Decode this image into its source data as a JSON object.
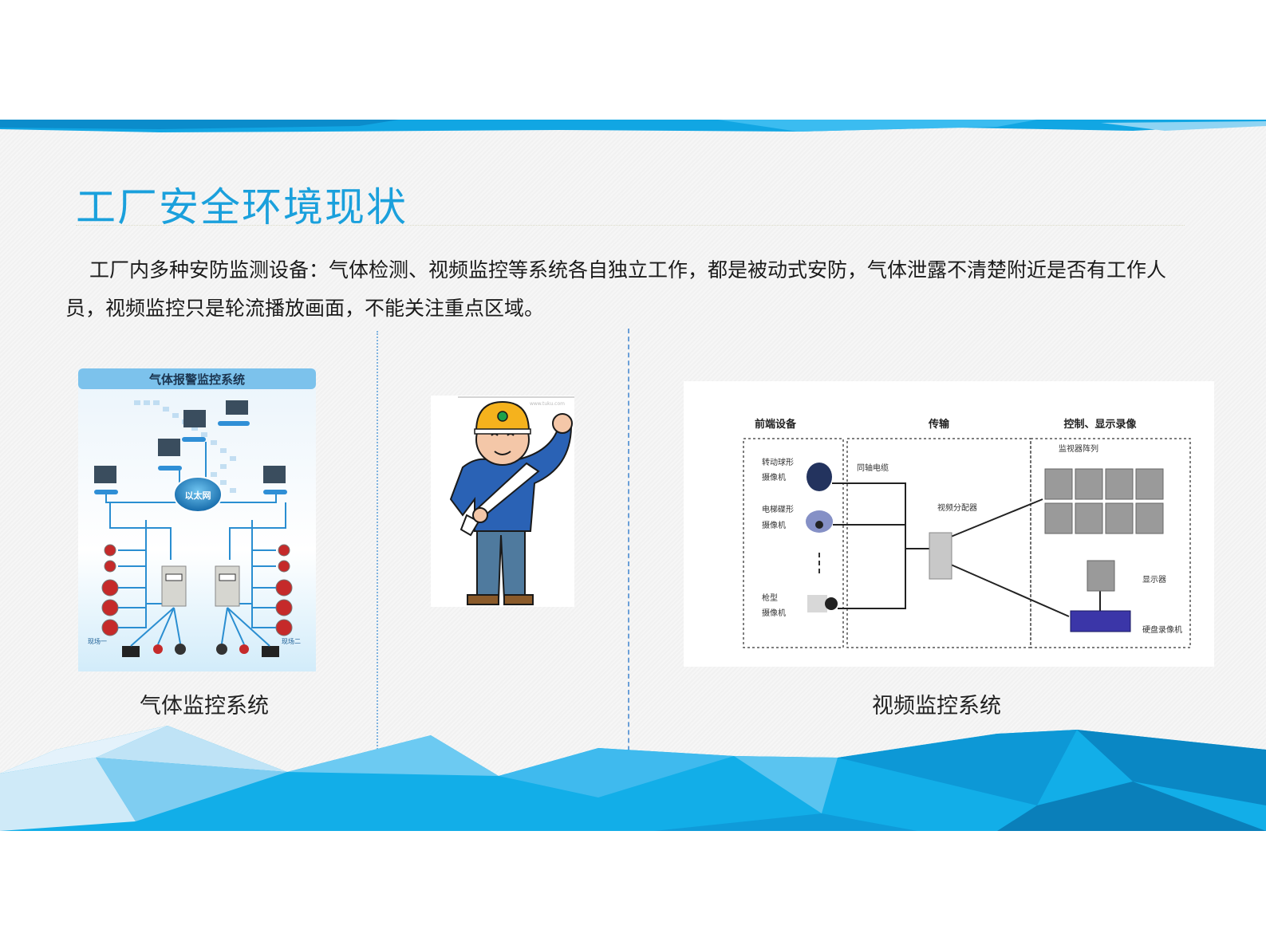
{
  "slide": {
    "title": "工厂安全环境现状",
    "paragraph": "工厂内多种安防监测设备：气体检测、视频监控等系统各自独立工作，都是被动式安防，气体泄露不清楚附近是否有工作人员，视频监控只是轮流播放画面，不能关注重点区域。",
    "accent_color": "#1aa0dc"
  },
  "gas_system": {
    "banner": "气体报警监控系统",
    "hub_label": "以太网",
    "caption": "气体监控系统",
    "zone_left": "现场一",
    "zone_right": "现场二"
  },
  "worker": {
    "watermark": "www.tuku.com"
  },
  "video_system": {
    "columns": [
      "前端设备",
      "传输",
      "控制、显示录像"
    ],
    "cameras": [
      "转动球形摄像机",
      "电梯碟形摄像机",
      "枪型摄像机"
    ],
    "cable_label": "同轴电缆",
    "distributor_label": "视频分配器",
    "monitor_wall_label": "监视器阵列",
    "display_label": "显示器",
    "recorder_label": "硬盘录像机",
    "caption": "视频监控系统"
  }
}
